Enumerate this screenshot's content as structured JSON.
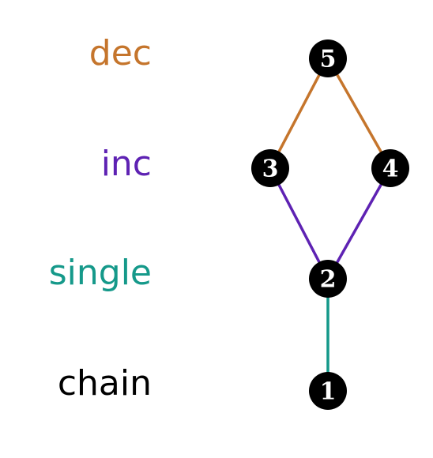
{
  "levels": [
    {
      "id": "dec",
      "label": "dec",
      "color": "#c5752c"
    },
    {
      "id": "inc",
      "label": "inc",
      "color": "#5e22b3"
    },
    {
      "id": "single",
      "label": "single",
      "color": "#15998a"
    },
    {
      "id": "chain",
      "label": "chain",
      "color": "#000000"
    }
  ],
  "nodes": [
    {
      "id": "n1",
      "label": "1"
    },
    {
      "id": "n2",
      "label": "2"
    },
    {
      "id": "n3",
      "label": "3"
    },
    {
      "id": "n4",
      "label": "4"
    },
    {
      "id": "n5",
      "label": "5"
    }
  ],
  "edges": [
    {
      "from": "n1",
      "to": "n2",
      "color": "#15998a"
    },
    {
      "from": "n2",
      "to": "n3",
      "color": "#5e22b3"
    },
    {
      "from": "n2",
      "to": "n4",
      "color": "#5e22b3"
    },
    {
      "from": "n3",
      "to": "n5",
      "color": "#c5752c"
    },
    {
      "from": "n4",
      "to": "n5",
      "color": "#c5752c"
    }
  ]
}
